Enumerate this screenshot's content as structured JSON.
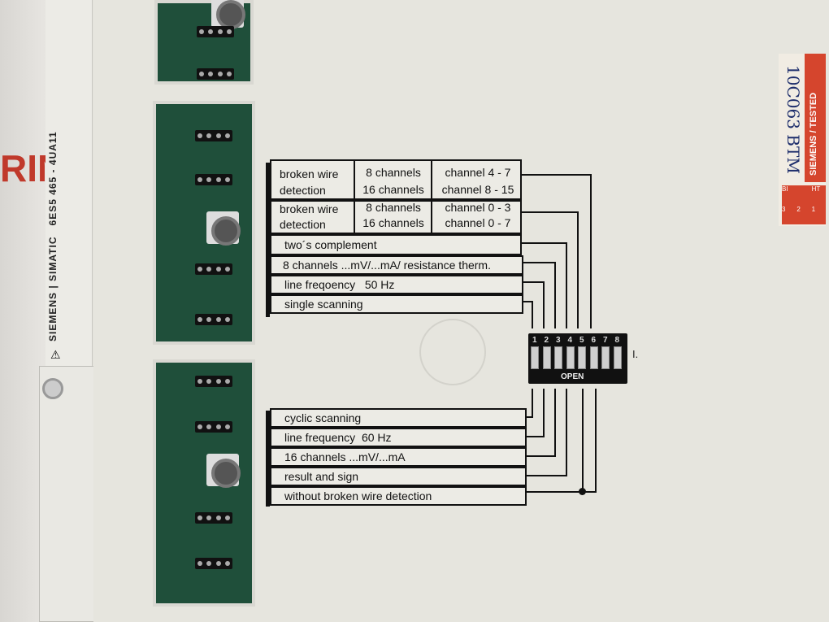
{
  "module": {
    "brand": "SIEMENS",
    "product": "SIMATIC",
    "part_number": "6ES5 465 - 4UA11",
    "warning_icon": "warning-triangle-icon",
    "background_logo_fragment": "RIN"
  },
  "upper_table": {
    "rows": [
      {
        "function": "broken wire\ndetection",
        "channels": "8 channels\n16 channels",
        "range": "channel 4 - 7\nchannel 8 - 15"
      },
      {
        "function": "broken wire\ndetection",
        "channels": "8 channels\n16 channels",
        "range": "channel 0 - 3\nchannel 0 - 7"
      }
    ],
    "single_rows": [
      "two´s complement",
      "8 channels ...mV/...mA/ resistance therm.",
      "line freqoency   50 Hz",
      "single scanning"
    ]
  },
  "dip_switch": {
    "numbers": [
      "1",
      "2",
      "3",
      "4",
      "5",
      "6",
      "7",
      "8"
    ],
    "label": "OPEN",
    "side_mark": "I."
  },
  "lower_table": {
    "rows": [
      "cyclic scanning",
      "line frequency  60 Hz",
      "16 channels ...mV/...mA",
      "result and sign",
      "without broken wire detection"
    ]
  },
  "test_label": {
    "text": "SIEMENS / TESTED",
    "handwritten": "10C063 BTM",
    "fields": [
      "1",
      "2",
      "3",
      "HT",
      "BI"
    ],
    "color": "#d5452d"
  }
}
